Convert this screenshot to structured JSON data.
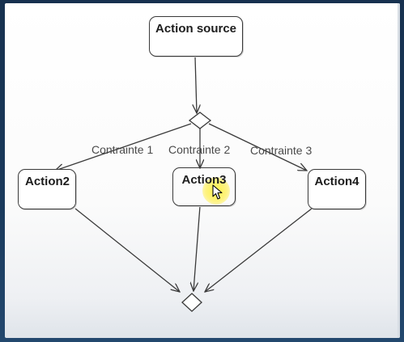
{
  "diagram": {
    "nodes": {
      "source": "Action source",
      "action2": "Action2",
      "action3": "Action3",
      "action4": "Action4"
    },
    "guards": {
      "c1": "Contrainte 1",
      "c2": "Contrainte 2",
      "c3": "Contrainte 3"
    }
  },
  "colors": {
    "line": "#3a3a3a",
    "highlight": "#fff03c",
    "background": "#1a3a5c"
  },
  "icons": {
    "cursor": "mouse-pointer-icon"
  }
}
